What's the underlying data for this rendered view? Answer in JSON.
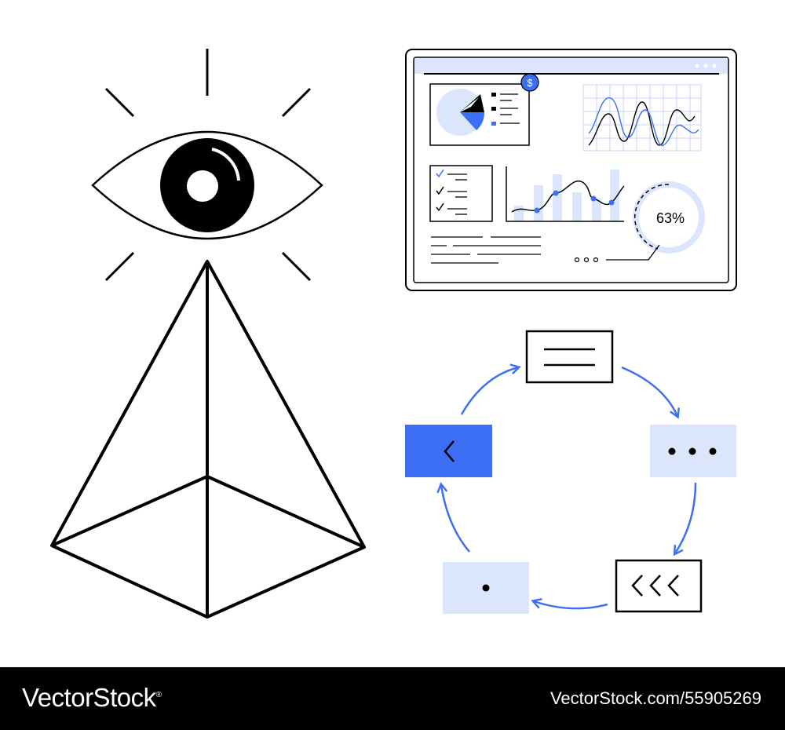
{
  "illustration": {
    "dashboard": {
      "currency_badge": "$",
      "gauge_percent_label": "63%",
      "gauge_value": 0.63
    },
    "icons": [
      "eye-icon",
      "pyramid-icon",
      "dashboard-icon",
      "pie-chart-icon",
      "checklist-icon",
      "line-chart-icon",
      "bar-chart-icon",
      "gauge-icon",
      "menu-card-icon",
      "more-dots-card-icon",
      "triple-chevron-card-icon",
      "dot-card-icon",
      "chevron-left-card-icon",
      "cycle-arrow-icon"
    ],
    "colors": {
      "accent": "#3d6ff5",
      "accent_light": "#dbe5fb",
      "line": "#000000"
    }
  },
  "footer": {
    "brand": "VectorStock",
    "brand_mark": "®",
    "stock_id": "VectorStock.com/55905269"
  }
}
